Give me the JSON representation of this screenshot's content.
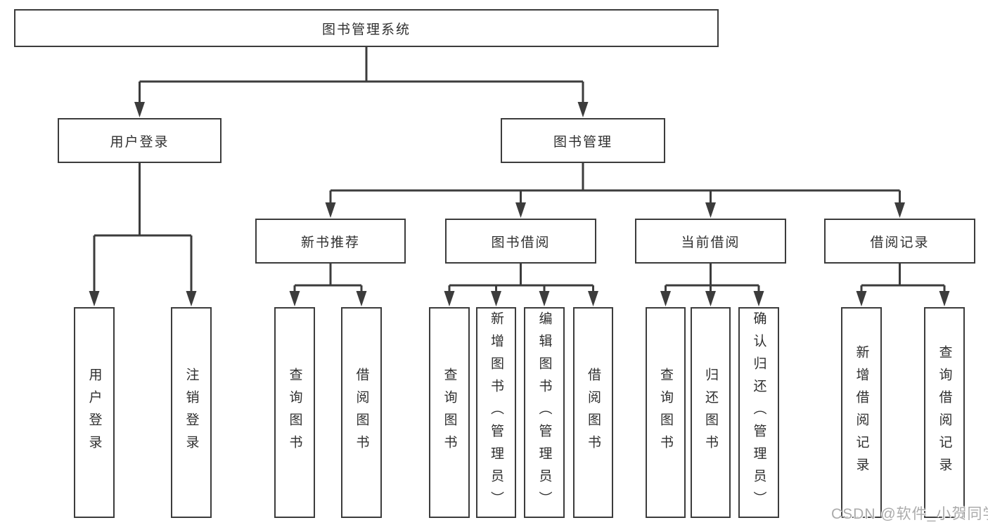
{
  "tree": {
    "label": "图书管理系统",
    "children": [
      {
        "label": "用户登录",
        "children": [
          {
            "label": "用户登录"
          },
          {
            "label": "注销登录"
          }
        ]
      },
      {
        "label": "图书管理",
        "children": [
          {
            "label": "新书推荐",
            "children": [
              {
                "label": "查询图书"
              },
              {
                "label": "借阅图书"
              }
            ]
          },
          {
            "label": "图书借阅",
            "children": [
              {
                "label": "查询图书"
              },
              {
                "label": "新增图书（管理员）"
              },
              {
                "label": "编辑图书（管理员）"
              },
              {
                "label": "借阅图书"
              }
            ]
          },
          {
            "label": "当前借阅",
            "children": [
              {
                "label": "查询图书"
              },
              {
                "label": "归还图书"
              },
              {
                "label": "确认归还（管理员）"
              }
            ]
          },
          {
            "label": "借阅记录",
            "children": [
              {
                "label": "新增借阅记录"
              },
              {
                "label": "查询借阅记录"
              }
            ]
          }
        ]
      }
    ]
  },
  "watermark": {
    "text": "CSDN @软件_小贺同学"
  },
  "colors": {
    "line": "#3c3c3c",
    "text": "#2f2f2f",
    "watermark": "#ababab",
    "background": "#ffffff"
  }
}
